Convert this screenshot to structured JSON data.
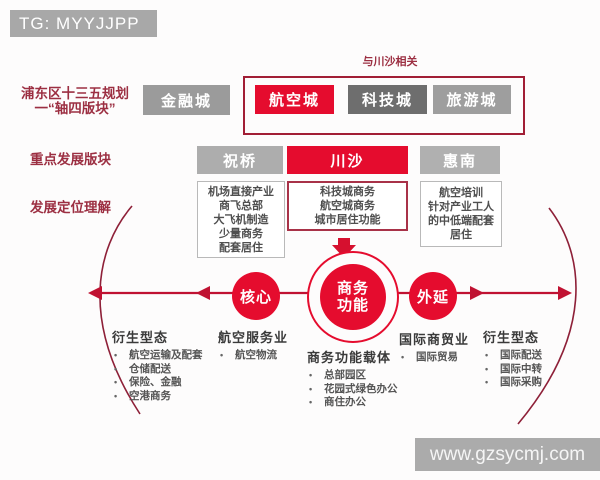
{
  "badge": {
    "tg": "TG: MYYJJPP"
  },
  "watermark": {
    "url": "www.gzsycmj.com"
  },
  "colors": {
    "bright_red": "#e50c2e",
    "dark_red": "#a11e35",
    "label_red": "#9c2f42",
    "axis_red": "#c01232",
    "gray_box": "#9b9b9b",
    "dark_gray_box": "#6e6e6e",
    "light_gray_box": "#b0b0b0",
    "badge_gray": "#a8a8a8"
  },
  "row1": {
    "label_line1": "浦东区十三五规划",
    "label_line2": "一“轴四版块”",
    "note": "与川沙相关",
    "box_finance": "金融城",
    "box_aviation": "航空城",
    "box_tech": "科技城",
    "box_tourism": "旅游城"
  },
  "row2": {
    "label": "重点发展版块",
    "box_zhuqiao": "祝桥",
    "box_chuansha": "川沙",
    "box_huinan": "惠南"
  },
  "row3": {
    "label": "发展定位理解",
    "zhuqiao_lines": [
      "机场直接产业",
      "商飞总部",
      "大飞机制造",
      "少量商务",
      "配套居住"
    ],
    "chuansha_lines": [
      "科技城商务",
      "航空城商务",
      "城市居住功能"
    ],
    "huinan_lines": [
      "航空培训",
      "针对产业工人",
      "的中低端配套",
      "居住"
    ]
  },
  "axis": {
    "core_circle": "核心",
    "center_circle_line1": "商务",
    "center_circle_line2": "功能",
    "outer_circle": "外延"
  },
  "lists": [
    {
      "title": "衍生型态",
      "items": [
        "航空运输及配套",
        "仓储配送",
        "保险、金融",
        "空港商务"
      ]
    },
    {
      "title": "航空服务业",
      "items": [
        "航空物流"
      ]
    },
    {
      "title": "商务功能载体",
      "items": [
        "总部园区",
        "花园式绿色办公",
        "商住办公"
      ]
    },
    {
      "title": "国际商贸业",
      "items": [
        "国际贸易"
      ]
    },
    {
      "title": "衍生型态",
      "items": [
        "国际配送",
        "国际中转",
        "国际采购"
      ]
    }
  ]
}
